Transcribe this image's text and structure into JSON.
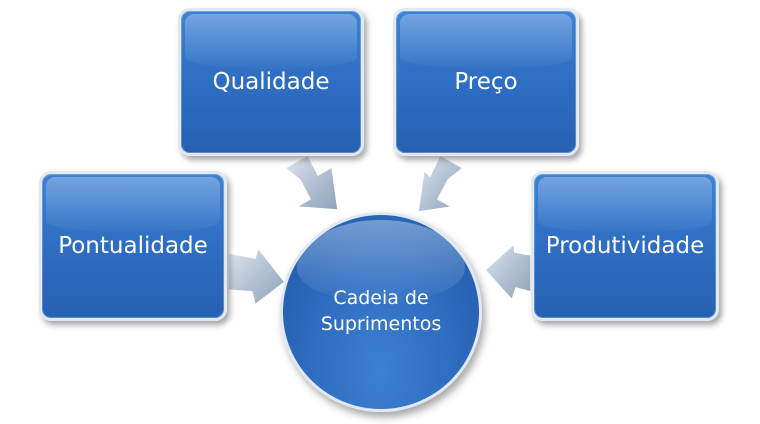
{
  "diagram": {
    "center": {
      "line1": "Cadeia de",
      "line2": "Suprimentos"
    },
    "boxes": {
      "qualidade": "Qualidade",
      "preco": "Preço",
      "pontualidade": "Pontualidade",
      "produtividade": "Produtividade"
    },
    "colors": {
      "shape_fill": "#2f6fc4",
      "shape_border": "#dfe8f4",
      "arrow_fill": "#b7c6d6",
      "text": "#ffffff"
    }
  }
}
